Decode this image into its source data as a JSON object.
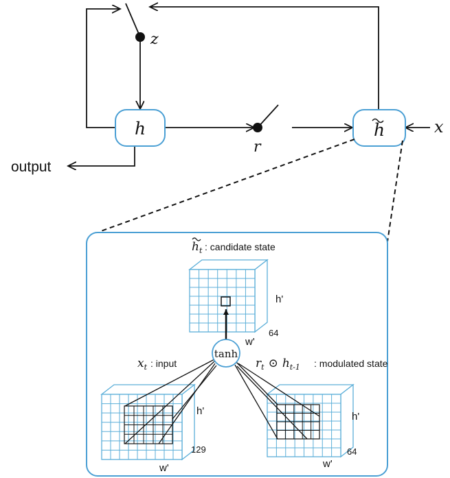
{
  "gru": {
    "z_label": "z",
    "r_label": "r",
    "x_label": "x",
    "h_label": "h",
    "htilde_label": "h",
    "output_label": "output"
  },
  "detail": {
    "candidate": {
      "symbol": "h",
      "subscript": "t",
      "label": ": candidate state",
      "height_label": "h'",
      "width_label": "w'",
      "depth_label": "64"
    },
    "input": {
      "symbol": "x",
      "subscript": "t",
      "label": ": input",
      "height_label": "h'",
      "width_label": "w'",
      "depth_label": "129"
    },
    "modulated": {
      "r_symbol": "r",
      "r_sub": "t",
      "op": "⊙",
      "h_symbol": "h",
      "h_sub": "t-1",
      "label": ": modulated state",
      "height_label": "h'",
      "width_label": "w'",
      "depth_label": "64"
    },
    "activation": "tanh"
  },
  "colors": {
    "accent": "#4a9fd4",
    "grid": "#5aaed8",
    "line": "#111111"
  }
}
